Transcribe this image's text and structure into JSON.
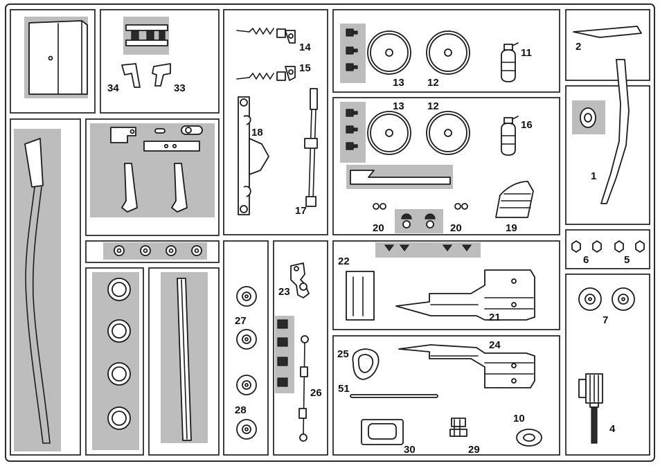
{
  "parts": [
    {
      "id": "p1",
      "number": "1"
    },
    {
      "id": "p2",
      "number": "2"
    },
    {
      "id": "p4",
      "number": "4"
    },
    {
      "id": "p5",
      "number": "5"
    },
    {
      "id": "p6",
      "number": "6"
    },
    {
      "id": "p7",
      "number": "7"
    },
    {
      "id": "p10",
      "number": "10"
    },
    {
      "id": "p11",
      "number": "11"
    },
    {
      "id": "p12a",
      "number": "12"
    },
    {
      "id": "p12b",
      "number": "12"
    },
    {
      "id": "p13a",
      "number": "13"
    },
    {
      "id": "p13b",
      "number": "13"
    },
    {
      "id": "p14",
      "number": "14"
    },
    {
      "id": "p15",
      "number": "15"
    },
    {
      "id": "p16",
      "number": "16"
    },
    {
      "id": "p17",
      "number": "17"
    },
    {
      "id": "p18",
      "number": "18"
    },
    {
      "id": "p19",
      "number": "19"
    },
    {
      "id": "p20a",
      "number": "20"
    },
    {
      "id": "p20b",
      "number": "20"
    },
    {
      "id": "p21",
      "number": "21"
    },
    {
      "id": "p22",
      "number": "22"
    },
    {
      "id": "p23",
      "number": "23"
    },
    {
      "id": "p24",
      "number": "24"
    },
    {
      "id": "p25",
      "number": "25"
    },
    {
      "id": "p26",
      "number": "26"
    },
    {
      "id": "p27",
      "number": "27"
    },
    {
      "id": "p28",
      "number": "28"
    },
    {
      "id": "p29",
      "number": "29"
    },
    {
      "id": "p30",
      "number": "30"
    },
    {
      "id": "p33",
      "number": "33"
    },
    {
      "id": "p34",
      "number": "34"
    },
    {
      "id": "p51",
      "number": "51"
    }
  ],
  "colors": {
    "line": "#1a1a1a",
    "highlight": "#bdbdbd",
    "background": "#ffffff"
  }
}
